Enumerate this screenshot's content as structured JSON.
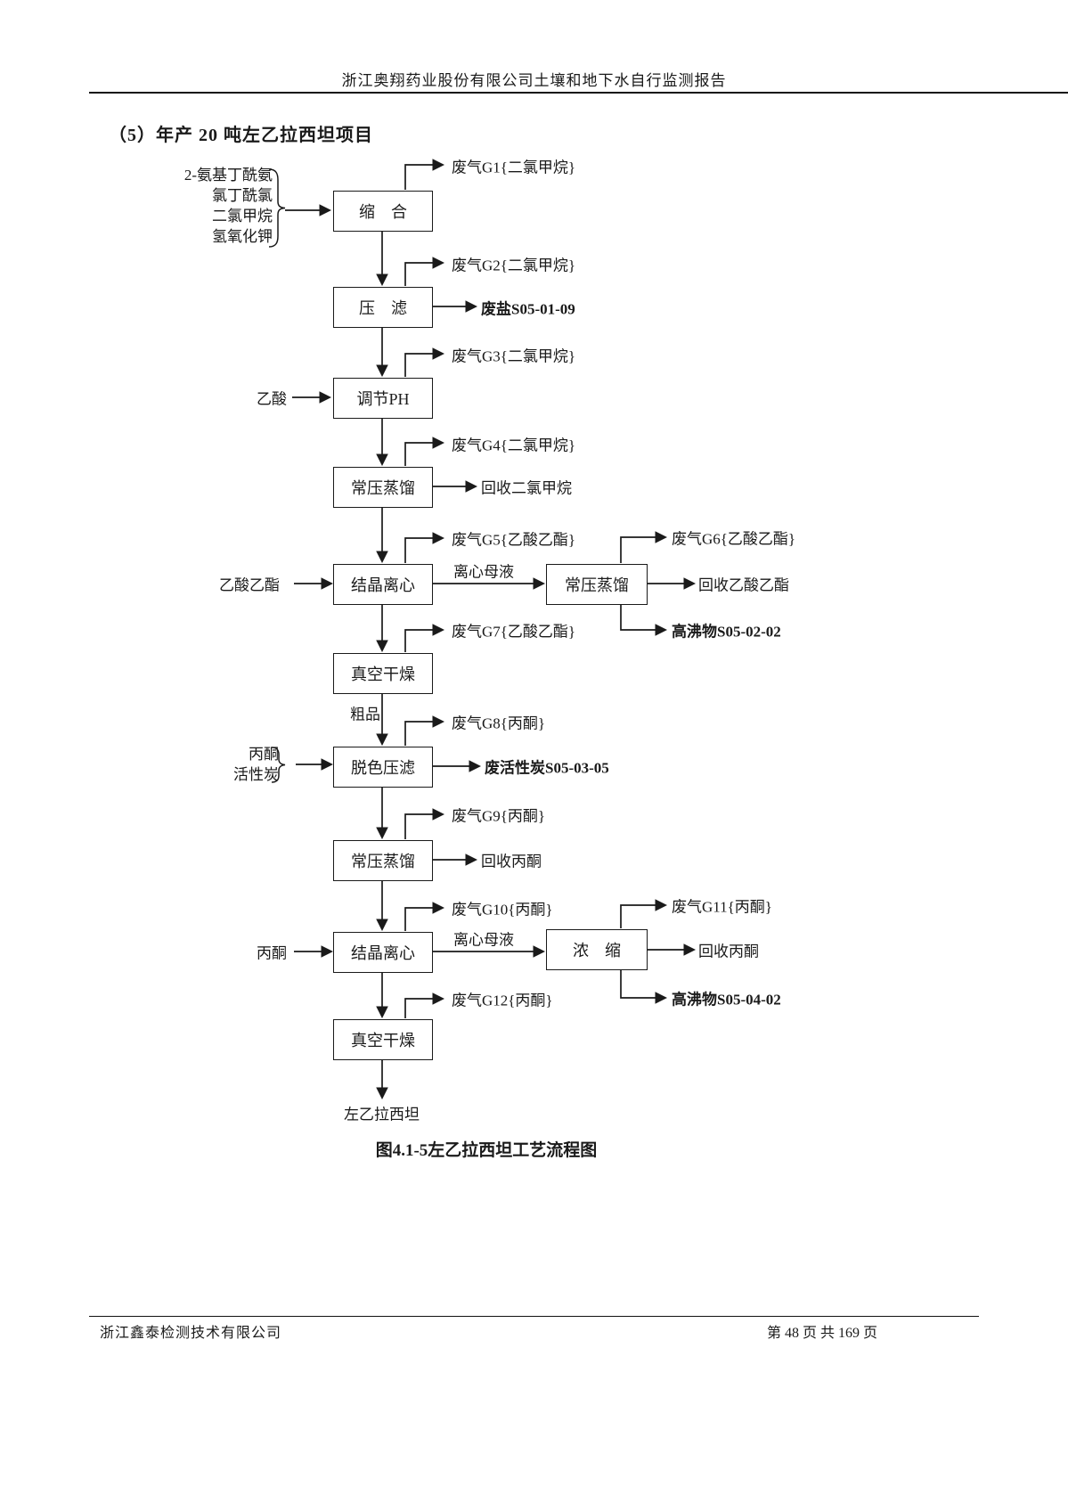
{
  "page": {
    "header": "浙江奥翔药业股份有限公司土壤和地下水自行监测报告",
    "section_title": "（5）年产 20 吨左乙拉西坦项目",
    "caption": "图4.1-5左乙拉西坦工艺流程图",
    "footer": {
      "company": "浙江鑫泰检测技术有限公司",
      "page_info": "第 48 页 共 169 页"
    }
  },
  "diagram": {
    "boxes": {
      "condense": "缩　合",
      "filter1": "压　滤",
      "ph": "调节PH",
      "distill1": "常压蒸馏",
      "crystal1": "结晶离心",
      "dry1": "真空干燥",
      "decolor": "脱色压滤",
      "distill2": "常压蒸馏",
      "crystal2": "结晶离心",
      "dry2": "真空干燥",
      "distill_side": "常压蒸馏",
      "concentrate": "浓　缩"
    },
    "inputs": {
      "top_group": [
        "2-氨基丁酰氨",
        "氯丁酰氯",
        "二氯甲烷",
        "氢氧化钾"
      ],
      "acetic_acid": "乙酸",
      "ethyl_acetate": "乙酸乙酯",
      "decolor_group": [
        "丙酮",
        "活性炭"
      ],
      "acetone": "丙酮"
    },
    "gas": {
      "g1": "废气G1{二氯甲烷}",
      "g2": "废气G2{二氯甲烷}",
      "g3": "废气G3{二氯甲烷}",
      "g4": "废气G4{二氯甲烷}",
      "g5": "废气G5{乙酸乙酯}",
      "g6": "废气G6{乙酸乙酯}",
      "g7": "废气G7{乙酸乙酯}",
      "g8": "废气G8{丙酮}",
      "g9": "废气G9{丙酮}",
      "g10": "废气G10{丙酮}",
      "g11": "废气G11{丙酮}",
      "g12": "废气G12{丙酮}"
    },
    "outputs": {
      "waste_salt": "废盐S05-01-09",
      "recover_dcm": "回收二氯甲烷",
      "mother_liquor1": "离心母液",
      "recover_ea": "回收乙酸乙酯",
      "high_boiler1": "高沸物S05-02-02",
      "crude": "粗品",
      "waste_carbon": "废活性炭S05-03-05",
      "recover_acetone1": "回收丙酮",
      "mother_liquor2": "离心母液",
      "recover_acetone2": "回收丙酮",
      "high_boiler2": "高沸物S05-04-02",
      "product": "左乙拉西坦"
    }
  }
}
